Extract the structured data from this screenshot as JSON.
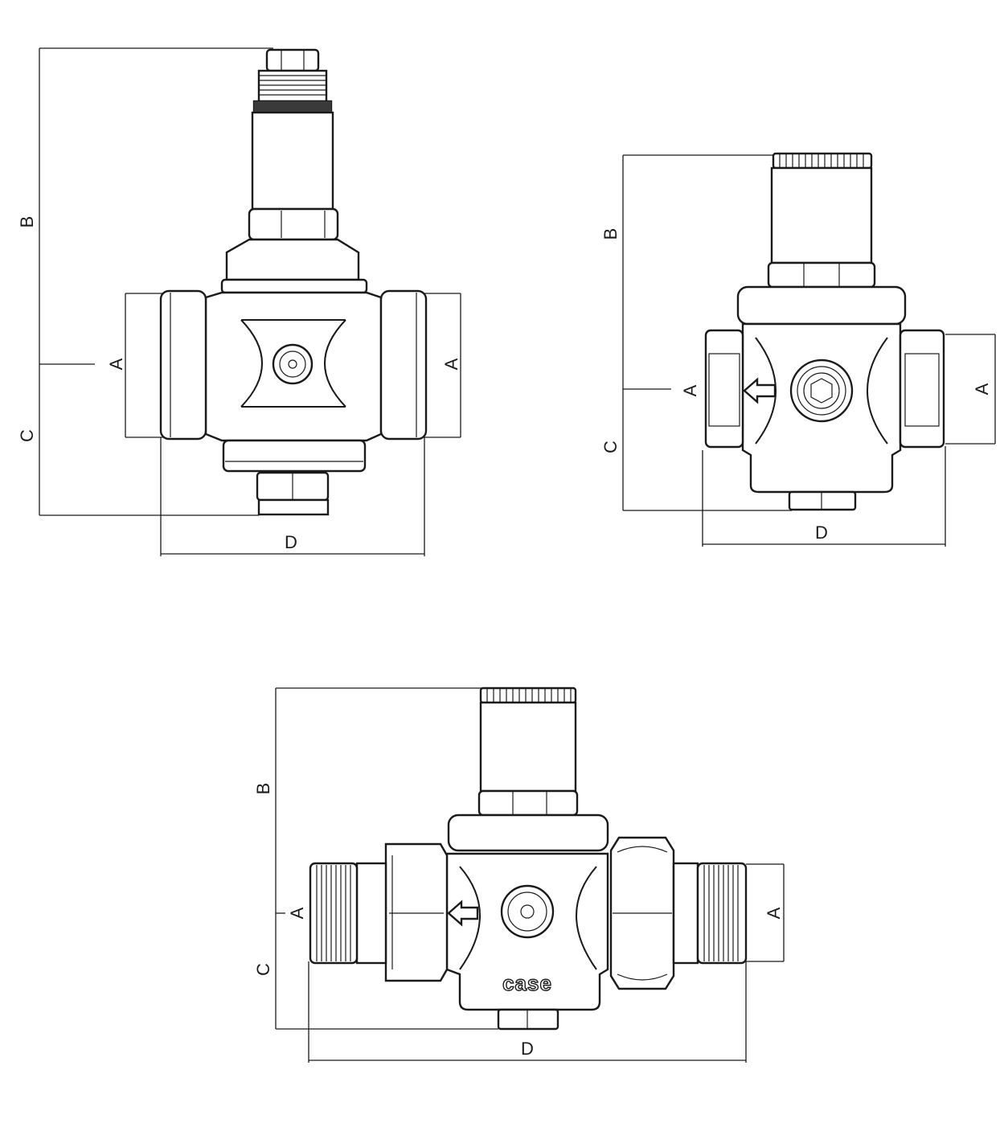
{
  "dimension_labels": {
    "A": "A",
    "B": "B",
    "C": "C",
    "D": "D"
  },
  "brand_logo_text": "case",
  "colors": {
    "line": "#1a1a1a",
    "background": "#ffffff"
  }
}
